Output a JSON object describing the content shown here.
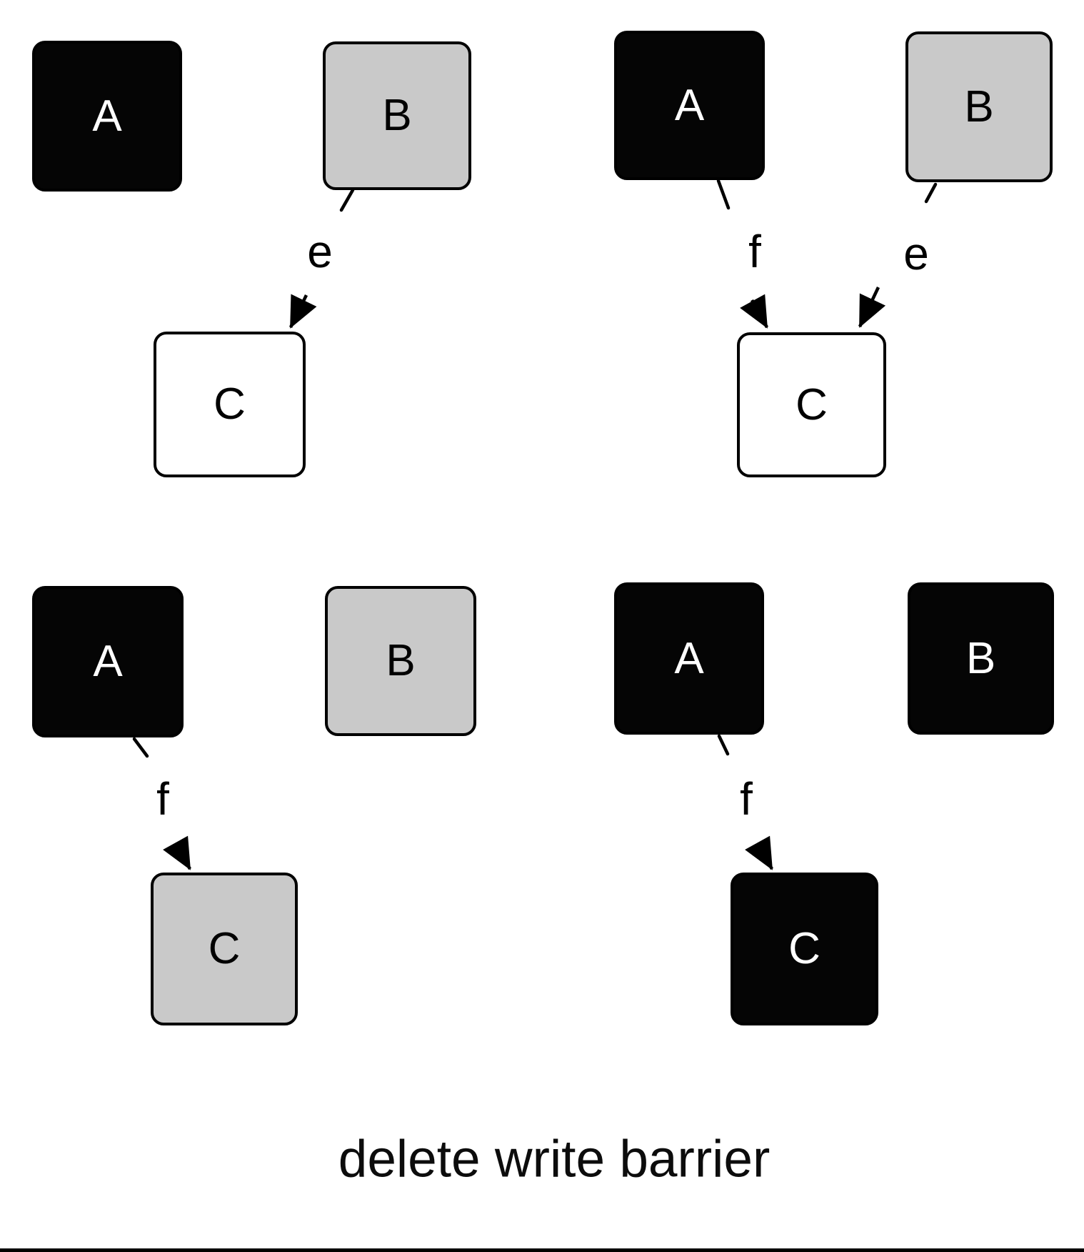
{
  "title_caption": "delete write barrier",
  "palette": {
    "black": "#050505",
    "gray": "#c9c9c9",
    "white": "#ffffff",
    "stroke": "#000000",
    "label_on_black": "#ffffff",
    "label_on_light": "#000000",
    "background": "#ffffff"
  },
  "panels": [
    {
      "id": "step-1",
      "boxes": [
        {
          "id": "A",
          "label": "A",
          "fill": "black"
        },
        {
          "id": "B",
          "label": "B",
          "fill": "gray"
        },
        {
          "id": "C",
          "label": "C",
          "fill": "white"
        }
      ],
      "edges": [
        {
          "label": "e",
          "from": "B",
          "to": "C"
        }
      ]
    },
    {
      "id": "step-2",
      "boxes": [
        {
          "id": "A",
          "label": "A",
          "fill": "black"
        },
        {
          "id": "B",
          "label": "B",
          "fill": "gray"
        },
        {
          "id": "C",
          "label": "C",
          "fill": "white"
        }
      ],
      "edges": [
        {
          "label": "f",
          "from": "A",
          "to": "C"
        },
        {
          "label": "e",
          "from": "B",
          "to": "C"
        }
      ]
    },
    {
      "id": "step-3",
      "boxes": [
        {
          "id": "A",
          "label": "A",
          "fill": "black"
        },
        {
          "id": "B",
          "label": "B",
          "fill": "gray"
        },
        {
          "id": "C",
          "label": "C",
          "fill": "gray"
        }
      ],
      "edges": [
        {
          "label": "f",
          "from": "A",
          "to": "C"
        }
      ]
    },
    {
      "id": "step-4",
      "boxes": [
        {
          "id": "A",
          "label": "A",
          "fill": "black"
        },
        {
          "id": "B",
          "label": "B",
          "fill": "black"
        },
        {
          "id": "C",
          "label": "C",
          "fill": "black"
        }
      ],
      "edges": [
        {
          "label": "f",
          "from": "A",
          "to": "C"
        }
      ]
    }
  ]
}
